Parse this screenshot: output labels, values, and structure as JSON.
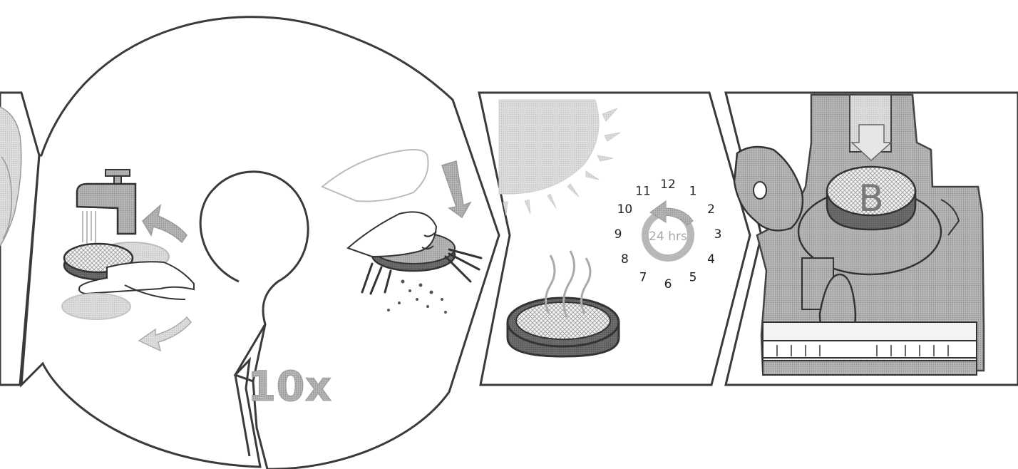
{
  "labels": {
    "repeat": "10x",
    "drying_time": "24 hrs",
    "filter_letter": "B"
  },
  "clock_numbers": [
    "12",
    "1",
    "2",
    "3",
    "4",
    "5",
    "6",
    "7",
    "8",
    "9",
    "10",
    "11"
  ],
  "icons": {
    "faucet": "faucet-icon",
    "sun": "sun-icon",
    "arrow": "arrow-down-icon"
  },
  "colors": {
    "outline": "#3a3a3a",
    "grey_fill": "#a9a9a9",
    "light_fill": "#d6d6d6",
    "dark_fill": "#555555"
  }
}
